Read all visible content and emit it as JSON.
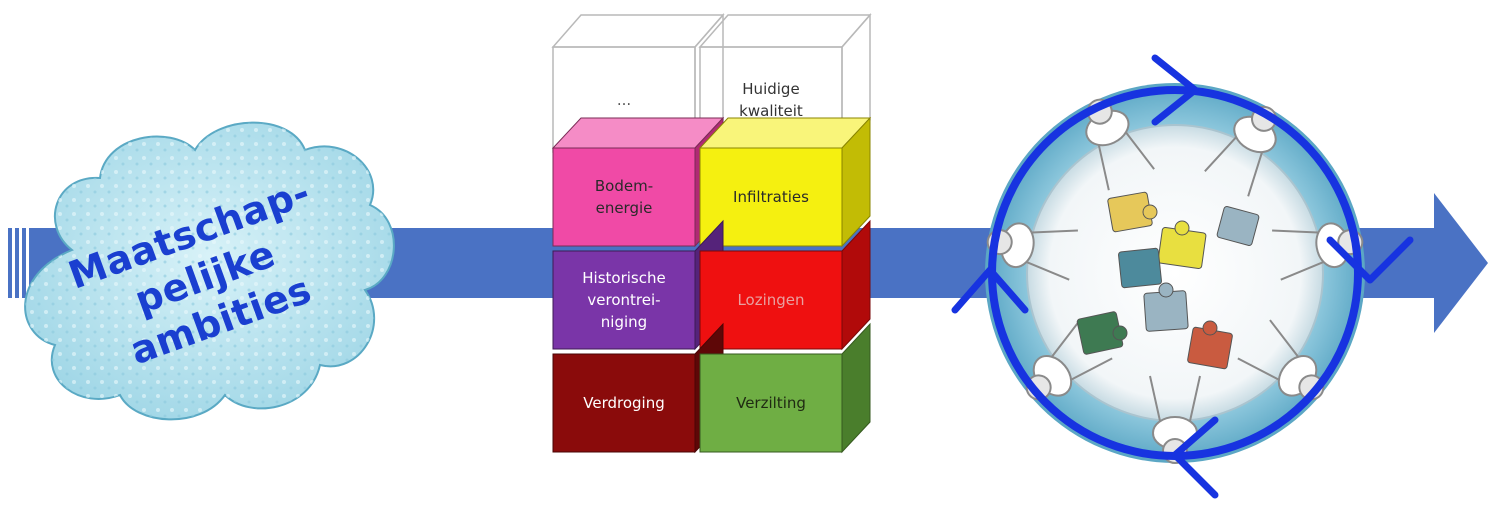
{
  "cloud": {
    "text": "Maatschap-\npelijke\nambities",
    "text_color": "#1a3fd0",
    "fill_color": "#bde6f0"
  },
  "arrow": {
    "color": "#4a72c4"
  },
  "stack": {
    "top_row": [
      {
        "label": "...",
        "style": "transparent"
      },
      {
        "label": "Huidige\nkwaliteit",
        "style": "transparent"
      }
    ],
    "row_1": [
      {
        "label": "Bodem-\nenergie",
        "color": "#f04aa6"
      },
      {
        "label": "Infiltraties",
        "color": "#f5f010"
      }
    ],
    "row_2": [
      {
        "label": "Historische\nverontrei-\nniging",
        "color": "#7a35a8"
      },
      {
        "label": "Lozingen",
        "color": "#ef1010"
      }
    ],
    "row_3": [
      {
        "label": "Verdroging",
        "color": "#8a0b0b"
      },
      {
        "label": "Verzilting",
        "color": "#6fae44"
      }
    ]
  },
  "meeting": {
    "icon": "round-table-meeting-icon",
    "ring_color": "#1733e0",
    "puzzle_colors": [
      "#e6c85a",
      "#e8df40",
      "#4d8a9c",
      "#9ab4c2",
      "#3e7a52",
      "#c95b40"
    ]
  }
}
